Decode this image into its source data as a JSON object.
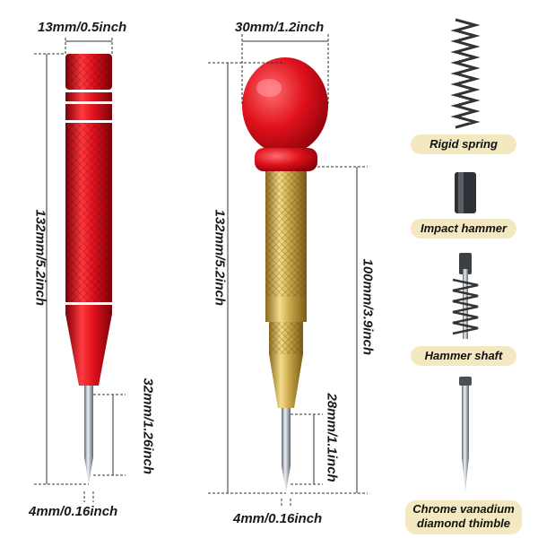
{
  "dimensions": {
    "red_punch": {
      "width": "13mm/0.5inch",
      "length": "132mm/5.2inch",
      "tip_length": "32mm/1.26inch",
      "tip_diameter": "4mm/0.16inch"
    },
    "gold_punch": {
      "width": "30mm/1.2inch",
      "length": "132mm/5.2inch",
      "body_length": "100mm/3.9inch",
      "tip_length": "28mm/1.1inch",
      "tip_diameter": "4mm/0.16inch"
    }
  },
  "parts": [
    {
      "label": "Rigid spring"
    },
    {
      "label": "Impact hammer"
    },
    {
      "label": "Hammer shaft"
    },
    {
      "label_line1": "Chrome vanadium",
      "label_line2": "diamond thimble"
    }
  ],
  "colors": {
    "red": "#d0111b",
    "gold": "#c8a64a",
    "steel": "#9aa3ab",
    "label_bg": "#f3e8bf"
  }
}
